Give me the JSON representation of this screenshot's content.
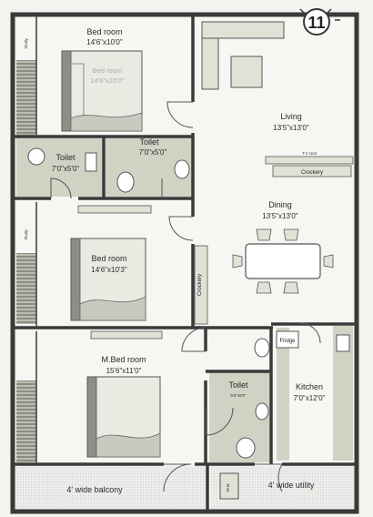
{
  "plan_number": "11",
  "rooms": {
    "bedroom_top": {
      "name": "Bed room",
      "dim": "14'6\"x10'0\"",
      "bed_label": "Bed room",
      "bed_dim": "14'6\"x10'0\""
    },
    "study_top": {
      "name": "Study"
    },
    "toilet_left": {
      "name": "Toilet",
      "dim": "7'0\"x5'0\""
    },
    "toilet_right": {
      "name": "Toilet",
      "dim": "7'0\"x5'0\""
    },
    "bedroom_mid": {
      "name": "Bed room",
      "dim": "14'6\"x10'3\""
    },
    "study_mid": {
      "name": "Study"
    },
    "master_bedroom": {
      "name": "M.Bed room",
      "dim": "15'6\"x11'0\""
    },
    "living": {
      "name": "Living",
      "dim": "13'5\"x13'0\""
    },
    "tv_unit": {
      "name": "T.V Unit"
    },
    "crockery_top": {
      "name": "Crockery"
    },
    "dining": {
      "name": "Dining",
      "dim": "13'5\"x13'0\""
    },
    "crockery_side": {
      "name": "Crockery"
    },
    "toilet_small": {
      "name": "Toilet",
      "dim": "5'0\"x8'0\""
    },
    "fridge": {
      "name": "Fridge"
    },
    "kitchen": {
      "name": "Kitchen",
      "dim": "7'0\"x12'0\""
    },
    "balcony": {
      "name": "4' wide balcony"
    },
    "washing_machine": {
      "name": "W.M"
    },
    "utility": {
      "name": "4' wide utility"
    }
  },
  "colors": {
    "wall": "#3a3a3a",
    "floor": "#f5f6f1",
    "toilet_floor": "#cfd3c4",
    "furniture": "#dfe3d6",
    "bed_cover": "#e9ebe3",
    "badge": "#ffffff"
  }
}
